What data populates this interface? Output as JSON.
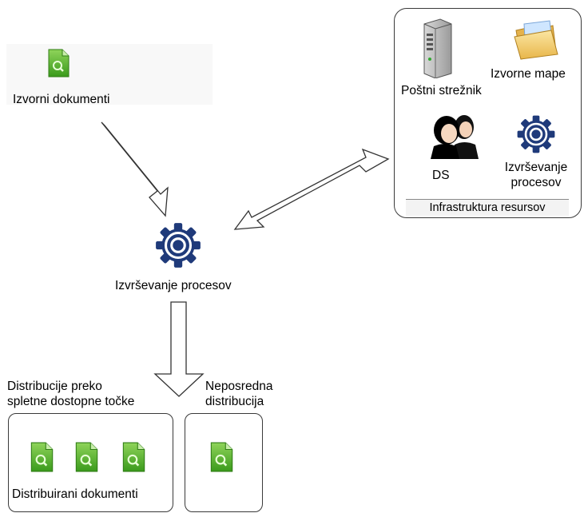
{
  "source_docs": {
    "label": "Izvorni dokumenti",
    "icon": "document-icon"
  },
  "process": {
    "label": "Izvrševanje procesov",
    "icon": "gear-icon"
  },
  "infrastructure": {
    "title": "Infrastruktura resursov",
    "items": [
      {
        "label": "Poštni strežnik",
        "icon": "server-icon"
      },
      {
        "label": "Izvorne mape",
        "icon": "folder-icon"
      },
      {
        "label": "DS",
        "icon": "users-icon"
      },
      {
        "label_line1": "Izvrševanje",
        "label_line2": "procesov",
        "icon": "gear-icon"
      }
    ]
  },
  "web_distribution": {
    "label_line1": "Distribucije preko",
    "label_line2": "spletne dostopne točke",
    "docs_label": "Distribuirani dokumenti",
    "doc_icons": [
      "document-icon",
      "document-icon",
      "document-icon"
    ]
  },
  "direct_distribution": {
    "label_line1": "Neposredna",
    "label_line2": "distribucija",
    "doc_icon": "document-icon"
  },
  "colors": {
    "gear": "#1f3a7a",
    "doc_green": "#58b82e",
    "doc_green_dark": "#2f7d15",
    "arrow_stroke": "#333333",
    "box_border": "#3a3a3a"
  }
}
